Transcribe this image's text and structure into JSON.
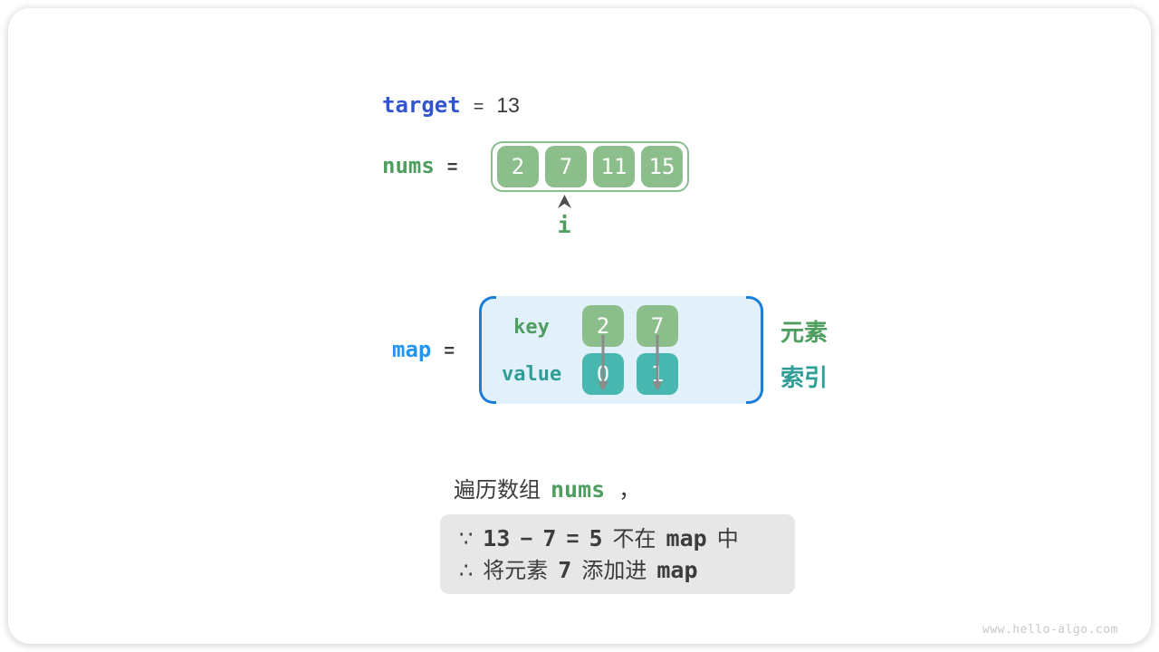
{
  "colors": {
    "royal_blue": "#3354d1",
    "azure": "#2196f3",
    "green": "#4e9e5f",
    "teal": "#2f9e96",
    "box_green": "#8cbe8c",
    "box_teal": "#48b7af",
    "map_bg": "#e2f0fa",
    "bracket_blue": "#1b7ed6",
    "note_bg": "#e7e7e7",
    "text_dark": "#3c3c3c",
    "arrow_gray": "#8b8b8b",
    "watermark_gray": "#c9c9c9"
  },
  "target_row": {
    "label": "target",
    "equals": "=",
    "value": "13"
  },
  "nums_row": {
    "label": "nums",
    "equals": "=",
    "cells": [
      "2",
      "7",
      "11",
      "15"
    ],
    "pointer": "i"
  },
  "map_row": {
    "label": "map",
    "equals": "=",
    "key_label": "key",
    "value_label": "value",
    "keys": [
      "2",
      "7"
    ],
    "values": [
      "0",
      "1"
    ],
    "element_label": "元素",
    "index_label": "索引"
  },
  "caption": {
    "prefix": "遍历数组",
    "code": "nums",
    "comma": "，"
  },
  "note": {
    "because": [
      "∵",
      "13",
      "−",
      "7",
      "=",
      "5",
      "不在",
      "map",
      "中"
    ],
    "therefore": [
      "∴",
      "将元素",
      "7",
      "添加进",
      "map"
    ]
  },
  "watermark": "www.hello-algo.com"
}
